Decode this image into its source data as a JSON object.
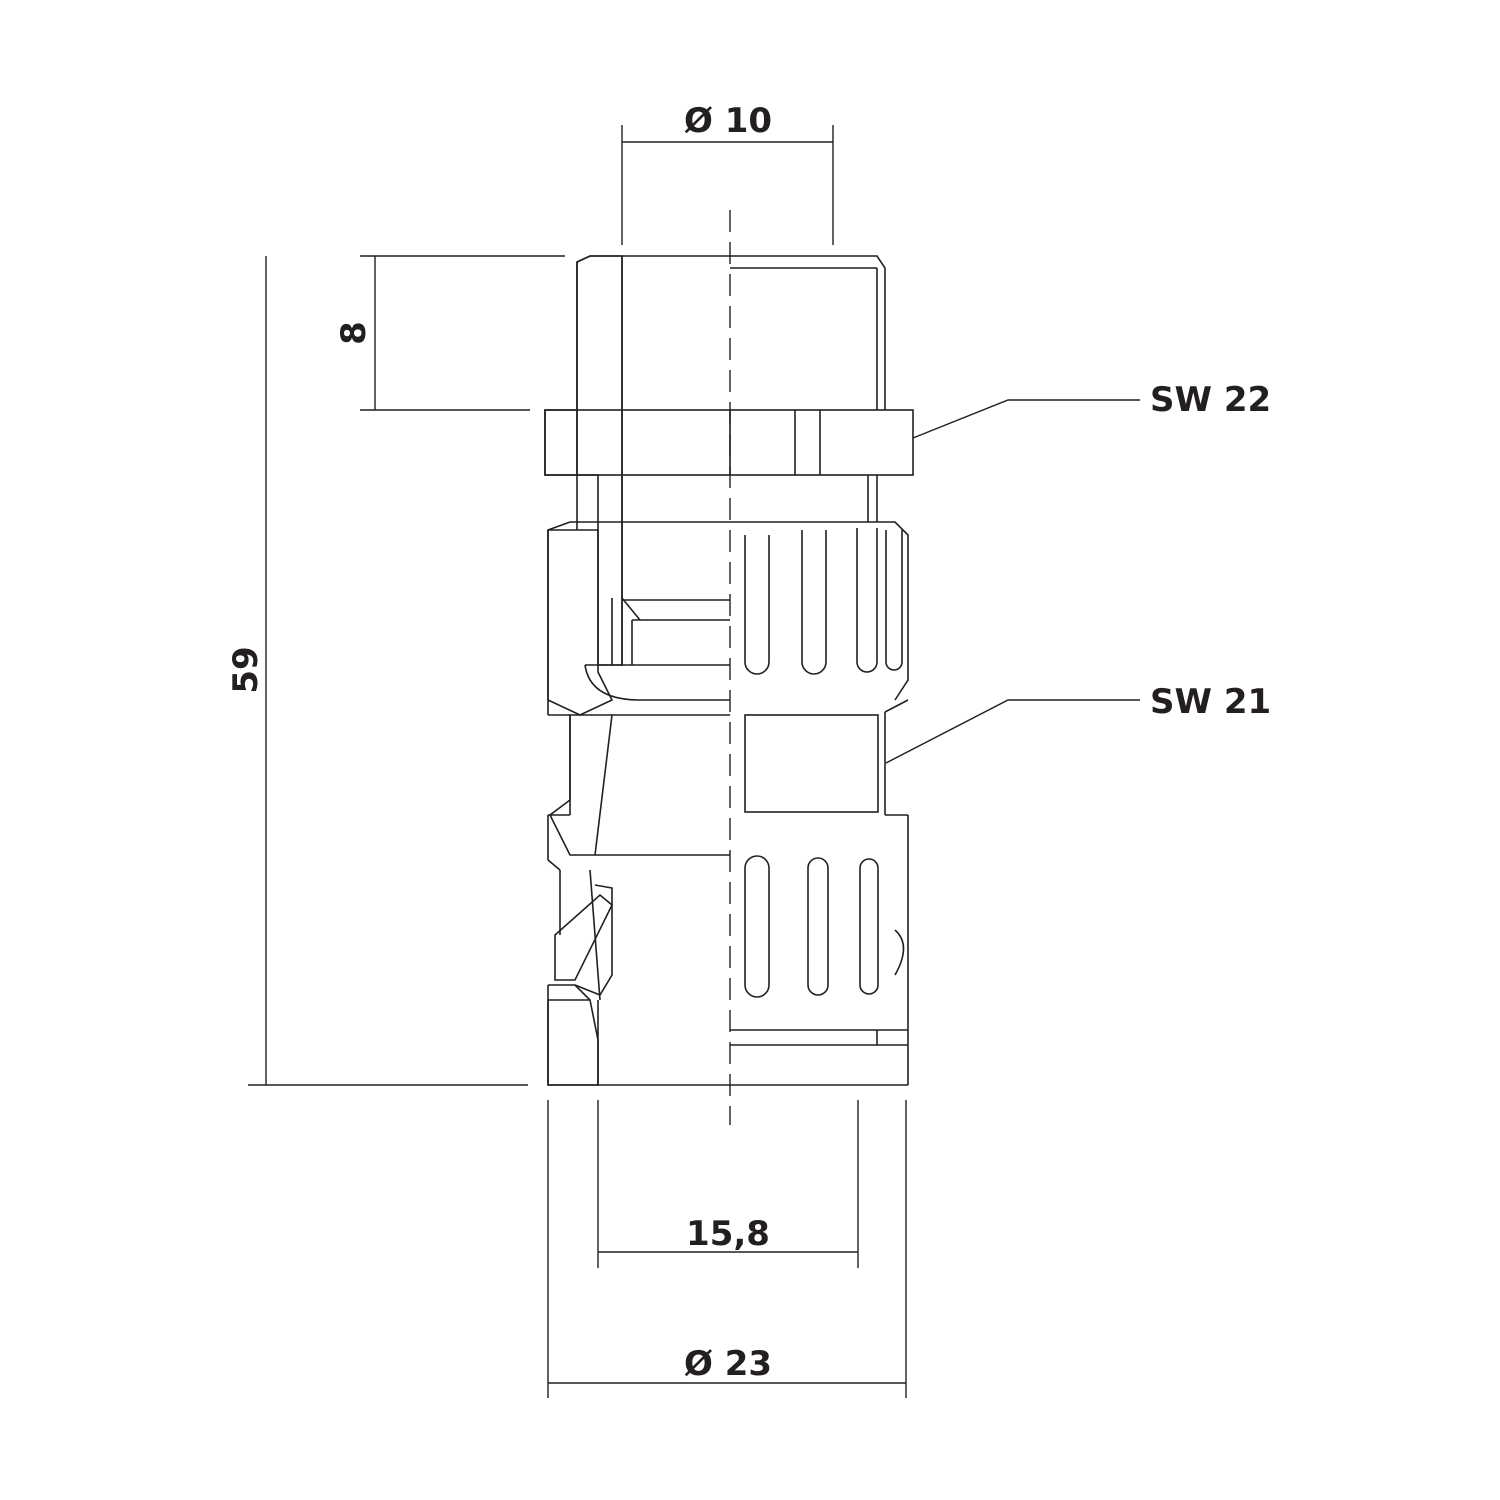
{
  "drawing": {
    "dimensions": {
      "top_diameter": "Ø 10",
      "thread_length": "8",
      "total_length": "59",
      "inner_width": "15,8",
      "outer_diameter": "Ø 23"
    },
    "callouts": {
      "hex_upper": "SW 22",
      "hex_lower": "SW 21"
    },
    "colors": {
      "line": "#231f20",
      "background": "#ffffff"
    }
  }
}
